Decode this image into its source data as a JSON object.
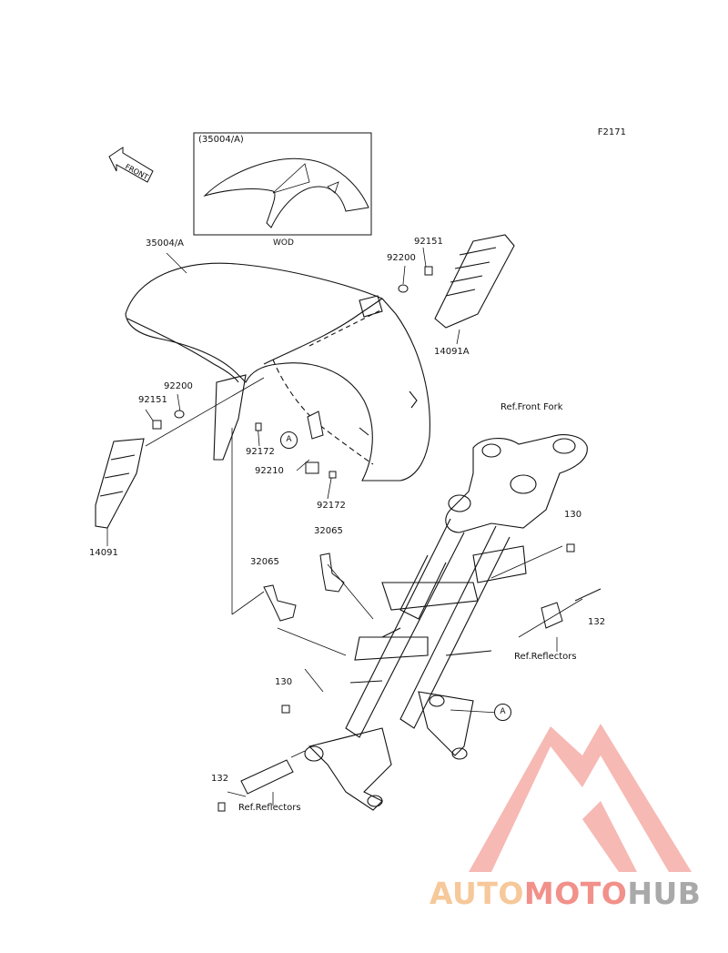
{
  "diagram": {
    "code": "F2171",
    "inset_caption": "(35004/A)",
    "inset_footer": "WOD",
    "front_label": "FRONT",
    "callout_letter": "A"
  },
  "parts": [
    {
      "id": "p35004a",
      "text": "35004/A"
    },
    {
      "id": "p92151a",
      "text": "92151"
    },
    {
      "id": "p92200a",
      "text": "92200"
    },
    {
      "id": "p14091a",
      "text": "14091A"
    },
    {
      "id": "p92200b",
      "text": "92200"
    },
    {
      "id": "p92151b",
      "text": "92151"
    },
    {
      "id": "p92172a",
      "text": "92172"
    },
    {
      "id": "p92210",
      "text": "92210"
    },
    {
      "id": "p92172b",
      "text": "92172"
    },
    {
      "id": "p14091",
      "text": "14091"
    },
    {
      "id": "p32065a",
      "text": "32065"
    },
    {
      "id": "p32065b",
      "text": "32065"
    },
    {
      "id": "prefff",
      "text": "Ref.Front Fork"
    },
    {
      "id": "p130a",
      "text": "130"
    },
    {
      "id": "p132a",
      "text": "132"
    },
    {
      "id": "prefr1",
      "text": "Ref.Reflectors"
    },
    {
      "id": "p130b",
      "text": "130"
    },
    {
      "id": "p132b",
      "text": "132"
    },
    {
      "id": "prefr2",
      "text": "Ref.Reflectors"
    }
  ],
  "watermark": {
    "part1": "AUTO",
    "part2": "MOTO",
    "part3": "HUB"
  }
}
